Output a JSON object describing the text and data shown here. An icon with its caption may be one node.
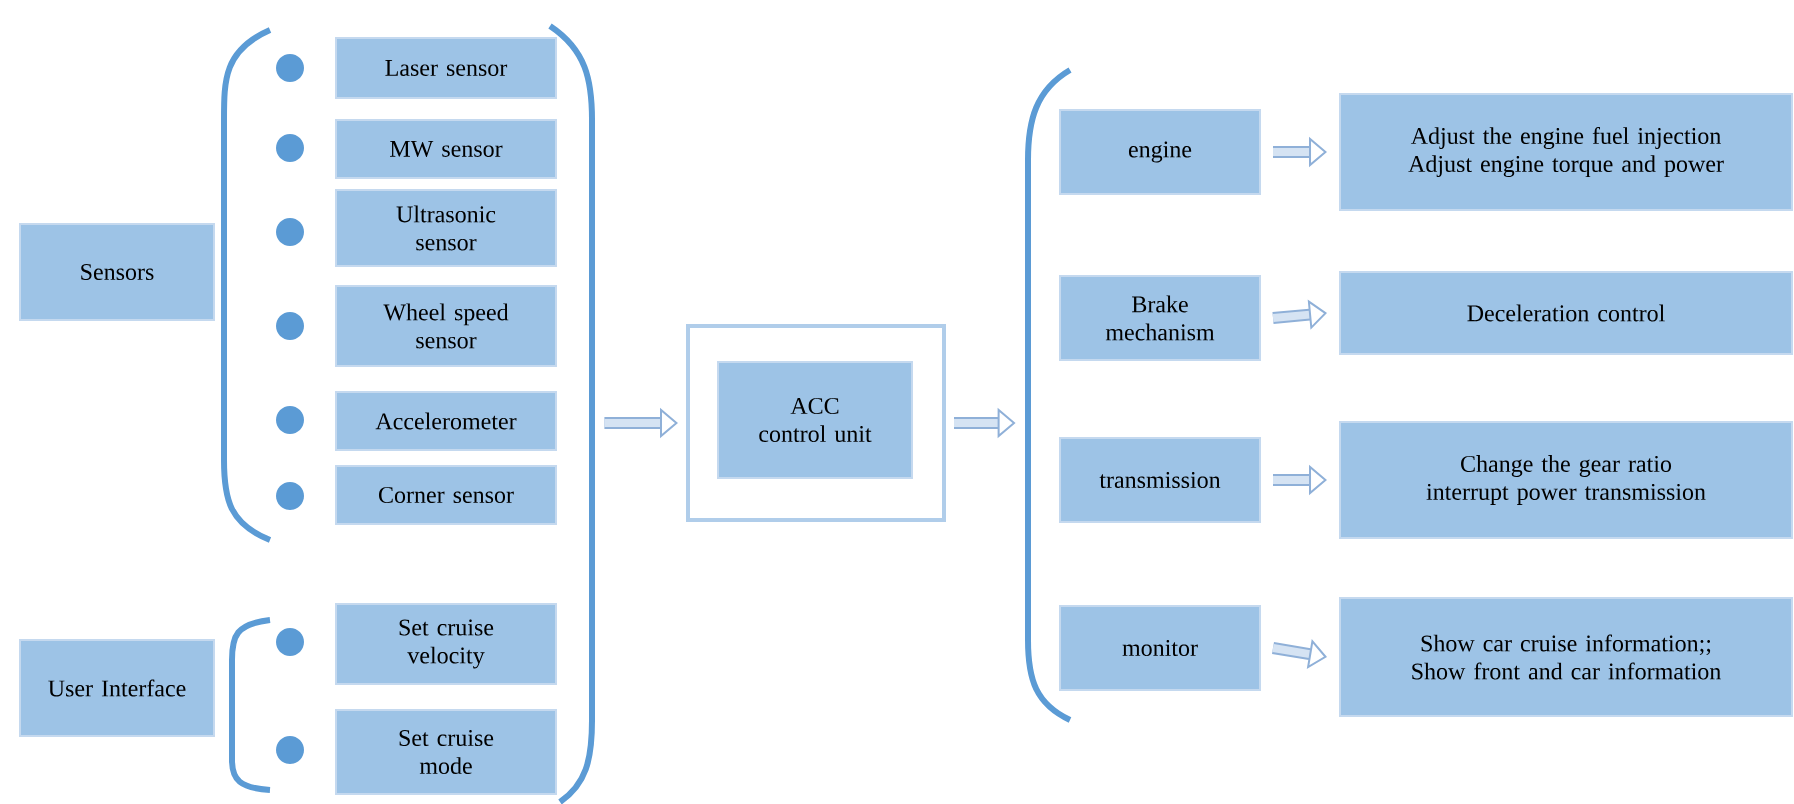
{
  "diagram": {
    "nodes": [
      {
        "text": [
          "Sensors"
        ]
      },
      {
        "text": [
          "Laser sensor"
        ]
      },
      {
        "text": [
          "MW sensor"
        ]
      },
      {
        "text": [
          "Ultrasonic sensor"
        ]
      },
      {
        "text": [
          "Wheel speed sensor"
        ]
      },
      {
        "text": [
          "Accelerometer"
        ]
      },
      {
        "text": [
          "Corner sensor"
        ]
      },
      {
        "text": [
          "User Interface"
        ]
      },
      {
        "text": [
          "Set cruise velocity"
        ]
      },
      {
        "text": [
          "Set cruise mode"
        ]
      },
      {
        "text": [],
        "shape": "box"
      },
      {
        "text": [
          "ACC control unit"
        ],
        "in": 10
      },
      {
        "text": [
          "engine"
        ]
      },
      {
        "text": [
          "Brake mechanism"
        ]
      },
      {
        "text": [
          "transmission"
        ]
      },
      {
        "text": [
          "monitor"
        ]
      },
      {
        "text": [
          "Adjust the engine fuel injection",
          "Adjust engine torque and power"
        ]
      },
      {
        "text": [
          "Deceleration control"
        ]
      },
      {
        "text": [
          "Change the gear ratio",
          "interrupt power transmission"
        ]
      },
      {
        "text": [
          "Show car cruise information;;",
          "Show front and car information"
        ]
      },
      {
        "text": [],
        "shape": "bracket"
      },
      {
        "text": [],
        "shape": "bracket"
      }
    ],
    "edges": [
      {
        "from": 20,
        "to": 10,
        "arrow": "to"
      },
      {
        "from": 10,
        "to": 21,
        "arrow": "to"
      },
      {
        "from": 12,
        "to": 16,
        "arrow": "to"
      },
      {
        "from": 13,
        "to": 17,
        "arrow": "to"
      },
      {
        "from": 14,
        "to": 18,
        "arrow": "to"
      },
      {
        "from": 15,
        "to": 19,
        "arrow": "to"
      }
    ]
  }
}
